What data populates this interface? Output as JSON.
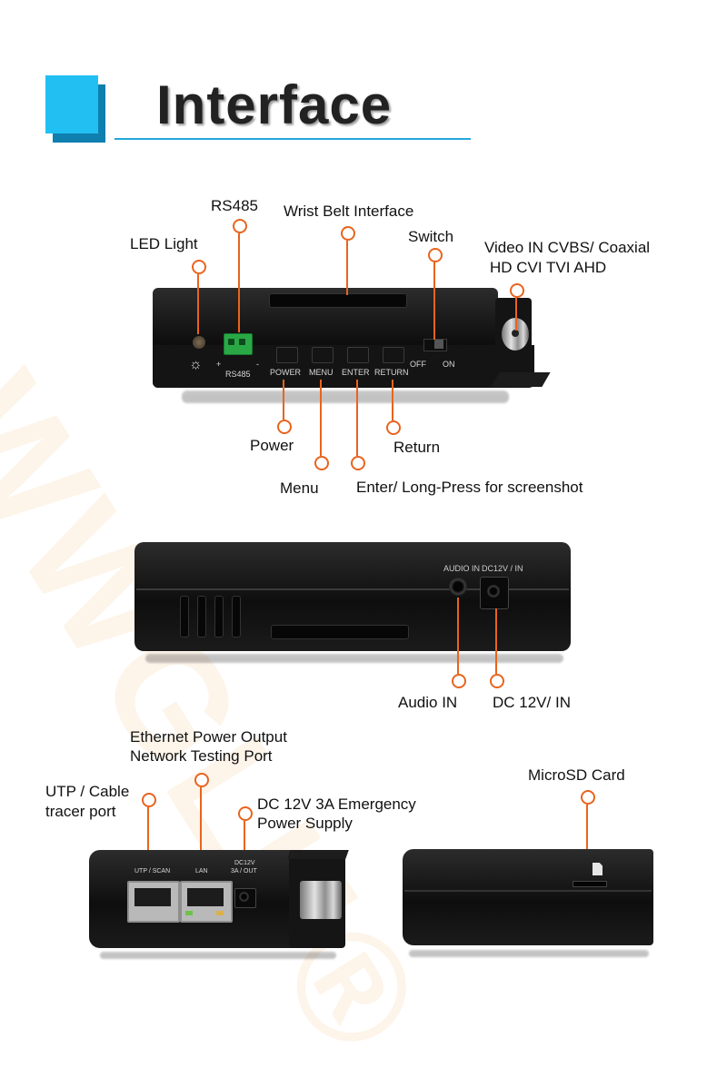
{
  "header": {
    "title": "Interface"
  },
  "watermark": "WWGLU®",
  "top_view": {
    "callouts": {
      "led_light": "LED Light",
      "rs485": "RS485",
      "wrist_belt": "Wrist Belt Interface",
      "switch": "Switch",
      "video_in_line1": "Video IN  CVBS/ Coaxial",
      "video_in_line2": "HD CVI TVI AHD",
      "power": "Power",
      "menu": "Menu",
      "enter": "Enter/ Long-Press for screenshot",
      "return": "Return"
    },
    "panel_labels": {
      "rs485": "RS485",
      "plus": "+",
      "minus": "-",
      "power": "POWER",
      "menu": "MENU",
      "enter": "ENTER",
      "return": "RETURN",
      "off": "OFF",
      "on": "ON"
    }
  },
  "side_view": {
    "callouts": {
      "audio_in": "Audio IN",
      "dc_in": "DC 12V/ IN"
    },
    "panel_labels": {
      "audio_in": "AUDIO IN",
      "dc_in": "DC12V / IN"
    }
  },
  "bottom_left_view": {
    "callouts": {
      "ethernet_line1": "Ethernet Power Output",
      "ethernet_line2": "Network Testing Port",
      "utp_line1": "UTP / Cable",
      "utp_line2": "tracer port",
      "dc_out_line1": "DC 12V 3A Emergency",
      "dc_out_line2": "Power Supply"
    },
    "panel_labels": {
      "utp_scan": "UTP / SCAN",
      "lan": "LAN",
      "dc_out_line1": "DC12V",
      "dc_out_line2": "3A / OUT"
    }
  },
  "bottom_right_view": {
    "callouts": {
      "microsd": "MicroSD Card"
    }
  },
  "colors": {
    "accent_cyan": "#22c0f2",
    "accent_blue": "#0f7fb0",
    "callout_orange": "#e8641e",
    "watermark": "#f3a24a"
  }
}
